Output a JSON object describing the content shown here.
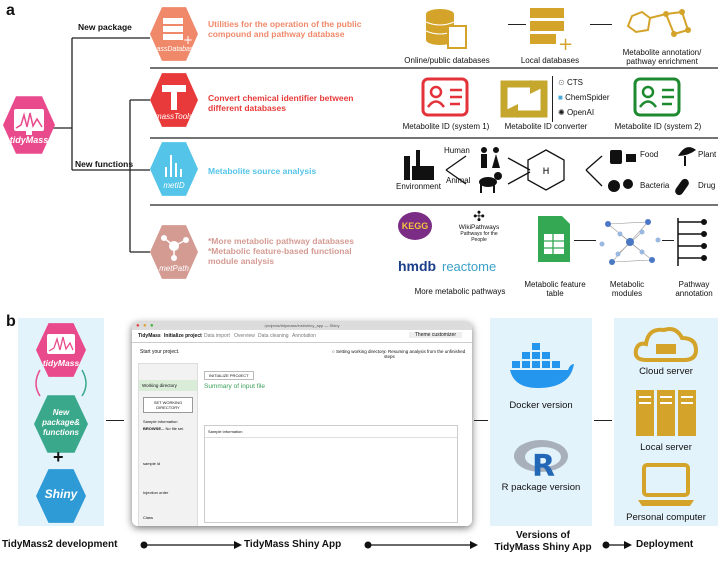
{
  "panel_a": {
    "label": "a",
    "branch_new_package": "New package",
    "branch_new_functions": "New functions",
    "core_name": "tidyMass",
    "packages": [
      {
        "name": "massDatabase",
        "desc": "Utilities for the operation of the public compound and pathway database",
        "color": "#f0896a"
      },
      {
        "name": "massTools",
        "desc": "Convert chemical identifier between different databases",
        "color": "#e83a3a"
      },
      {
        "name": "metID",
        "desc": "Metabolite source analysis",
        "color": "#54c4e8"
      },
      {
        "name": "metPath",
        "desc": "*More metabolic pathway databases\n*Metabolic feature-based functional module analysis",
        "color": "#d49b93"
      }
    ],
    "row1": {
      "online": "Online/public databases",
      "local": "Local databases",
      "annotation": "Metabolite annotation/ pathway enrichment"
    },
    "row2": {
      "id1": "Metabolite ID (system 1)",
      "converter": "Metabolite ID converter",
      "id2": "Metabolite ID (system 2)",
      "converters": [
        "CTS",
        "ChemSpider",
        "OpenAI"
      ]
    },
    "row3": {
      "environment": "Environment",
      "human": "Human",
      "animal": "Animal",
      "food": "Food",
      "plant": "Plant",
      "bacteria": "Bacteria",
      "drug": "Drug"
    },
    "row4": {
      "more_pathways": "More metabolic pathways",
      "feature_table": "Metabolic feature table",
      "modules": "Metabolic modules",
      "pathway_annotation": "Pathway annotation",
      "logo_kegg": "KEGG",
      "logo_wiki": "WikiPathways",
      "logo_wiki_sub": "Pathways for the People",
      "logo_hmdb": "hmdb",
      "logo_reactome": "reactome"
    }
  },
  "panel_b": {
    "label": "b",
    "dev": {
      "top": "tidyMass",
      "mid": "New package& functions",
      "plus": "+",
      "bottom": "Shiny"
    },
    "app": {
      "title_bar": "/projects/tidymass/inst/shiny_app — Shiny",
      "brand": "TidyMass",
      "tabs": [
        "Initialize project",
        "Data import",
        "Overview",
        "Data cleaning",
        "Annotation"
      ],
      "theme": "Theme customizer",
      "start": "Start your project.",
      "radio1": "Setting working directory",
      "radio2": "Resuming analysis from the unfinished steps",
      "sidebar_item": "Working directory",
      "set_wd": "SET WORKING DIRECTORY",
      "sample_info": "Sample information",
      "browse": "BROWSE...",
      "no_file": "No file sel.",
      "sample_id": "sample id",
      "injection": "Injection order",
      "class": "Class",
      "init_btn": "INITIALIZE PROJECT",
      "summary": "Summary of input file",
      "table_head": "Sample information"
    },
    "versions": {
      "docker": "Docker version",
      "r": "R package version"
    },
    "deploy": {
      "cloud": "Cloud server",
      "local": "Local server",
      "pc": "Personal computer"
    },
    "timeline": [
      "TidyMass2 development",
      "TidyMass Shiny App",
      "Versions of\nTidyMass Shiny App",
      "Deployment"
    ]
  },
  "colors": {
    "gold": "#d4a32a",
    "green": "#1e8a2f",
    "red": "#e4323a",
    "kegg_purple": "#7b2c84"
  }
}
